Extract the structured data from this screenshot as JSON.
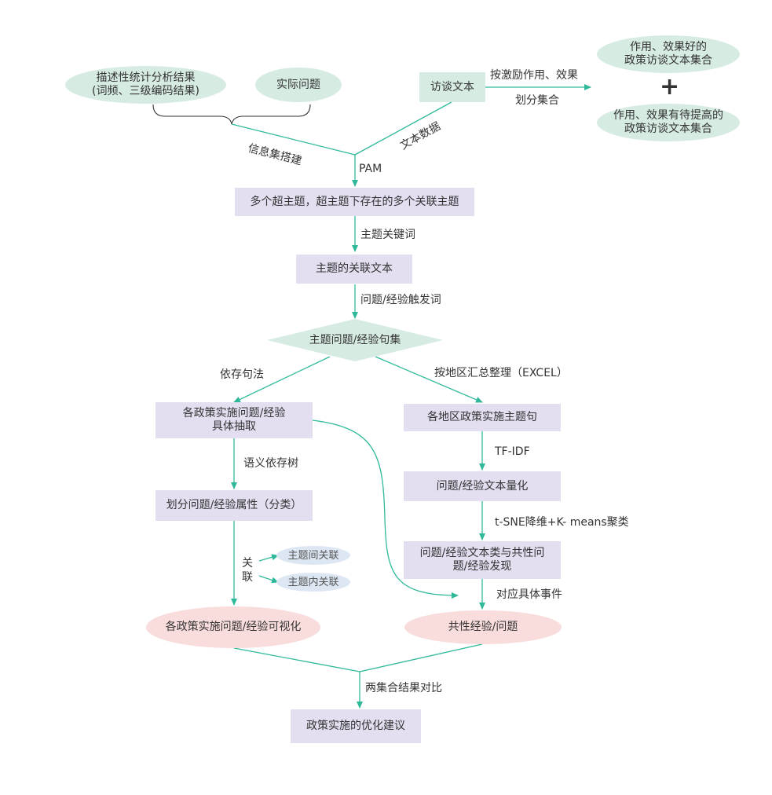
{
  "nodes": {
    "desc_stats": "描述性统计分析结果\n(词频、三级编码结果)",
    "practical_issues": "实际问题",
    "interview_text": "访谈文本",
    "good_effect_set": "作用、效果好的\n政策访谈文本集合",
    "improve_effect_set": "作用、效果有待提高的\n政策访谈文本集合",
    "plus_sign": "+",
    "super_topics": "多个超主题，超主题下存在的多个关联主题",
    "topic_related_text": "主题的关联文本",
    "topic_sentence_set": "主题问题/经验句集",
    "policy_issue_extract": "各政策实施问题/经验\n具体抽取",
    "region_topic_sentence": "各地区政策实施主题句",
    "classify_attr": "划分问题/经验属性（分类）",
    "text_quantify": "问题/经验文本量化",
    "text_cluster": "问题/经验文本类与共性问\n题/经验发现",
    "inter_topic": "主题间关联",
    "intra_topic": "主题内关联",
    "visualize": "各政策实施问题/经验可视化",
    "common_experience": "共性经验/问题",
    "optimization": "政策实施的优化建议"
  },
  "edge_labels": {
    "info_set": "信息集搭建",
    "text_data": "文本数据",
    "by_effect": "按激励作用、效果",
    "divide_set": "划分集合",
    "pam": "PAM",
    "topic_keywords": "主题关键词",
    "trigger_words": "问题/经验触发词",
    "dependency_syntax": "依存句法",
    "by_region": "按地区汇总整理（EXCEL）",
    "semantic_tree": "语义依存树",
    "tfidf": "TF-IDF",
    "tsne_kmeans": "t-SNE降维+K- means聚类",
    "association": "关\n联",
    "map_events": "对应具体事件",
    "compare_sets": "两集合结果对比"
  },
  "colors": {
    "arrow": "#2fb99a",
    "rect": "#e3def0",
    "green": "#d6ebe2",
    "pink": "#f9dcdc",
    "blue": "#dde7f3"
  }
}
